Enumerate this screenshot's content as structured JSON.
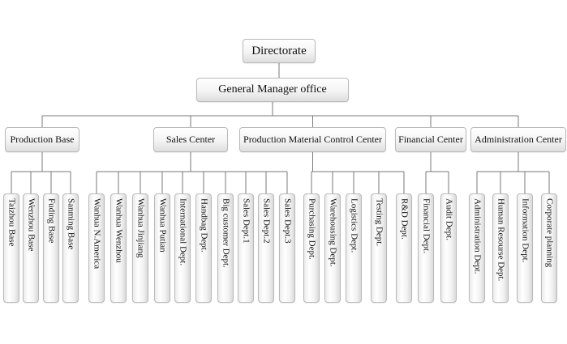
{
  "org": {
    "root": "Directorate",
    "office": "General Manager office",
    "branches": [
      {
        "label": "Production Base",
        "children": [
          "Taizhou Base",
          "Wenzhou Base",
          "Fuding Base",
          "Sanming Base"
        ]
      },
      {
        "label": "Sales Center",
        "children": [
          "Wanhua N.America",
          "Wanhua Wenzhou",
          "Wanhua Jinjiang",
          "Wanhua Putian",
          "International Dept.",
          "Handbag Dept.",
          "Big customer Dept.",
          "Sales Dept.1",
          "Sales Dept.2",
          "Sales Dept.3"
        ]
      },
      {
        "label": "Production Material Control Center",
        "children": [
          "Purchasing Dept.",
          "Warehousing Dept.",
          "Logistics Dept.",
          "Testing Dept.",
          "R&D Dept."
        ]
      },
      {
        "label": "Financial Center",
        "children": [
          "Financial Dept.",
          "Audit Dept."
        ]
      },
      {
        "label": "Administration Center",
        "children": [
          "Administration Dept.",
          "Human Resourse Dept.",
          "Information Dept.",
          "Corporate planning"
        ]
      }
    ]
  }
}
